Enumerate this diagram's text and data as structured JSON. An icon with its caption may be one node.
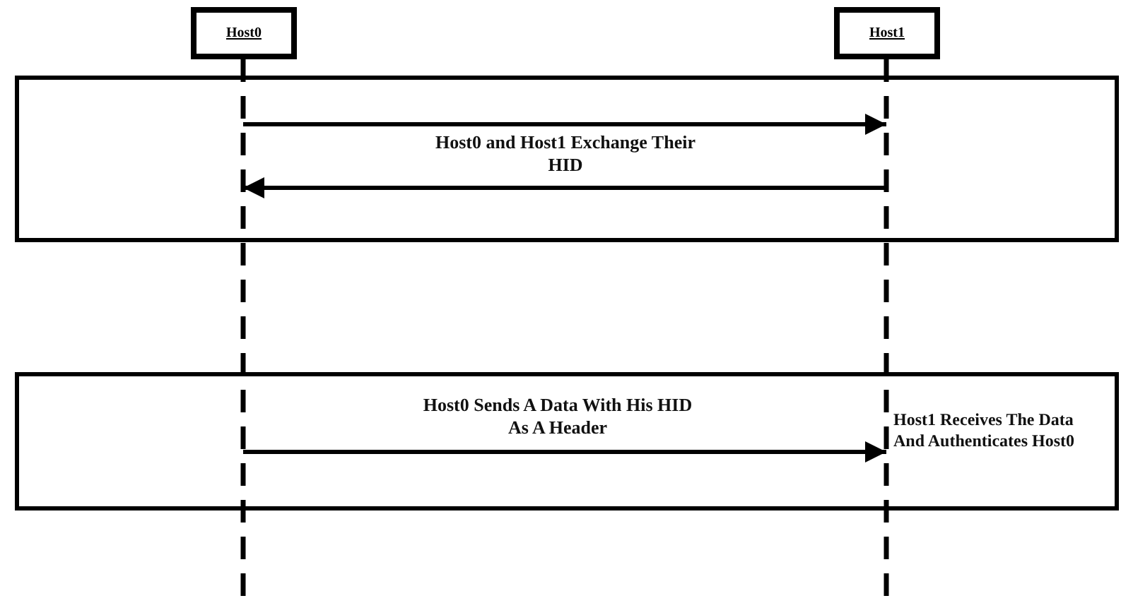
{
  "diagram": {
    "nodes": [
      {
        "text": [
          "Host0"
        ]
      },
      {
        "text": [
          "Host1"
        ]
      }
    ],
    "edges": [
      {
        "from": 0,
        "to": 1,
        "arrow": "to",
        "label": "Host0 and Host1 Exchange Their HID"
      },
      {
        "from": 1,
        "to": 0,
        "arrow": "to"
      },
      {
        "from": 0,
        "to": 1,
        "arrow": "to",
        "label": "Host0 Sends A Data With His HID As A Header"
      }
    ],
    "labels": [
      "Host1 Receives The Data And Authenticates Host0"
    ]
  }
}
